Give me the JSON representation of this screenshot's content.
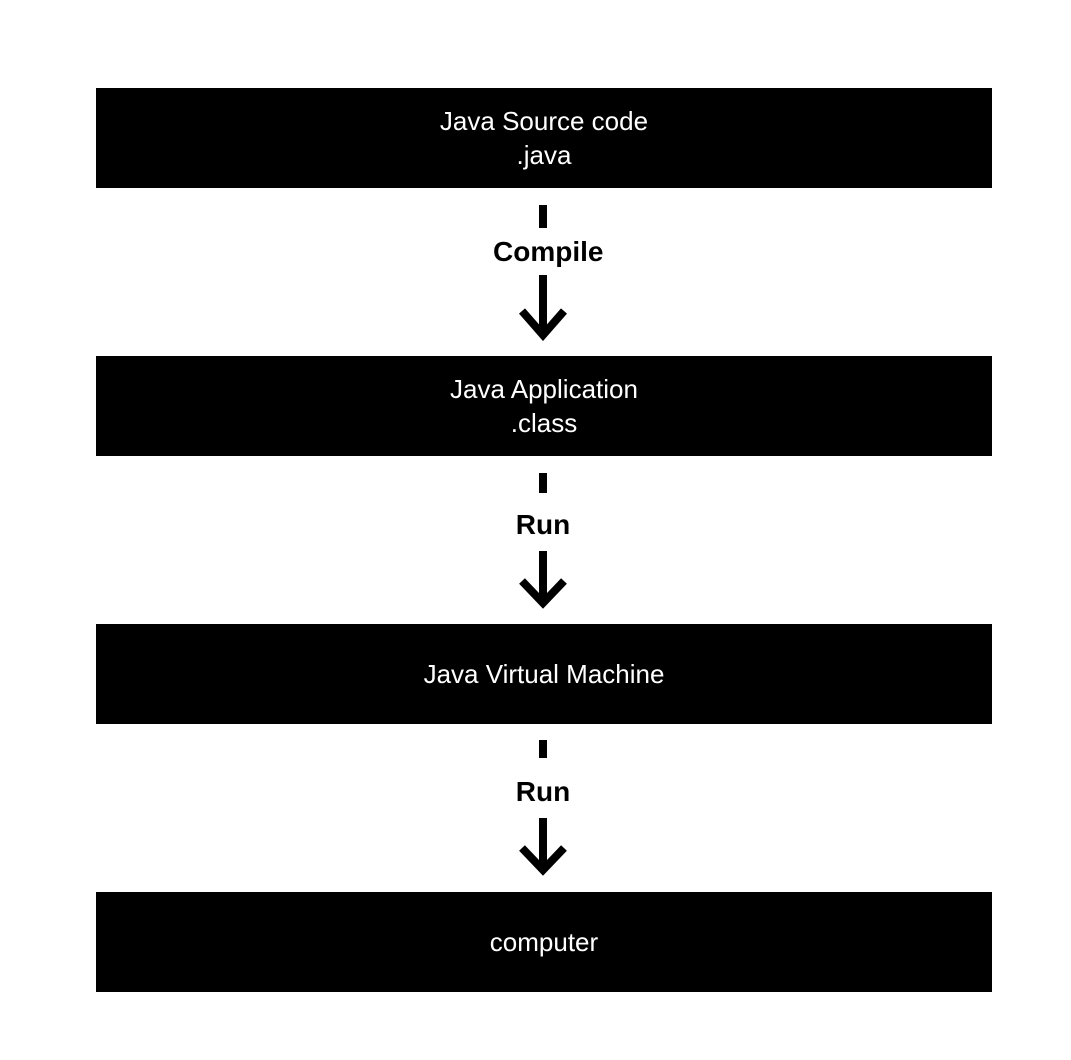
{
  "boxes": [
    {
      "lines": [
        "Java Source code",
        ".java"
      ]
    },
    {
      "lines": [
        "Java Application",
        ".class"
      ]
    },
    {
      "lines": [
        "Java Virtual Machine"
      ]
    },
    {
      "lines": [
        "computer"
      ]
    }
  ],
  "arrows": [
    {
      "label": "Compile"
    },
    {
      "label": "Run"
    },
    {
      "label": "Run"
    }
  ],
  "colors": {
    "box_fill": "#000000",
    "box_text": "#ffffff",
    "arrow": "#000000",
    "background": "#ffffff"
  },
  "icons": {
    "arrow": "arrow-down-icon"
  }
}
